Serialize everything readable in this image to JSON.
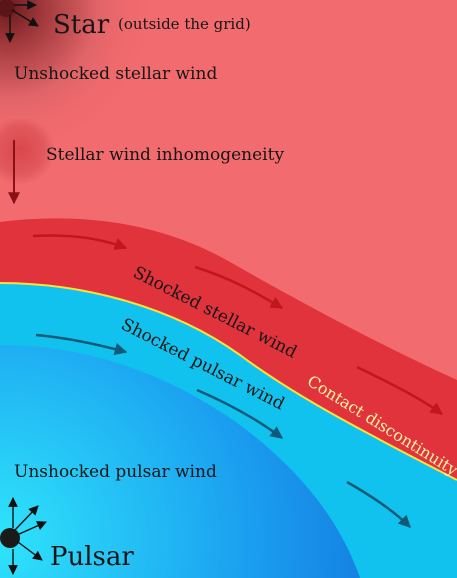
{
  "labels": {
    "star": "Star",
    "star_note": "(outside the grid)",
    "unshocked_stellar_wind": "Unshocked stellar wind",
    "stellar_wind_inhomogeneity": "Stellar wind inhomogeneity",
    "shocked_stellar_wind": "Shocked stellar wind",
    "shocked_pulsar_wind": "Shocked pulsar wind",
    "contact_discontinuity": "Contact discontinuity",
    "unshocked_pulsar_wind": "Unshocked pulsar wind",
    "pulsar": "Pulsar"
  },
  "colors": {
    "stellar_wind": "#f26b6e",
    "shocked_stellar_wind": "#e0333b",
    "stellar_arrows": "#c3161c",
    "shocked_pulsar_wind": "#12c2ee",
    "pulsar_wind_light": "#2fd6f7",
    "pulsar_wind_dark": "#0f5fd1",
    "pulsar_arrows": "#0f5a78",
    "contact_discontinuity": "#f7e23a",
    "contact_label": "#fff3a8",
    "star_body": "#5a1518",
    "pulsar_body": "#1a1a1a"
  }
}
